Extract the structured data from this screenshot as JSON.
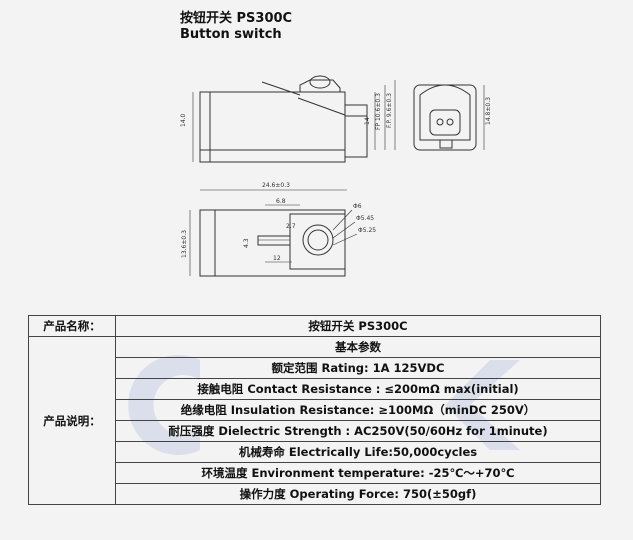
{
  "header": {
    "title_cn": "按钮开关 PS300C",
    "title_en": "Button switch"
  },
  "drawing": {
    "side_view": {
      "dims": [
        "14.0",
        "14",
        "FP 10.6±0.3",
        "F.P. 9.6±0.3"
      ]
    },
    "end_view": {
      "dims": [
        "14.8±0.3"
      ]
    },
    "bottom_view": {
      "dims": [
        "24.6±0.3",
        "6.8",
        "2.7",
        "13.6±0.3",
        "4.3",
        "12",
        "Φ6",
        "Φ5.45",
        "Φ5.25"
      ]
    }
  },
  "table": {
    "header_label": "产品名称：",
    "header_value": "按钮开关 PS300C",
    "desc_label": "产品说明：",
    "rows": [
      "基本参数",
      "额定范围 Rating: 1A 125VDC",
      "接触电阻 Contact Resistance : ≤200mΩ max(initial)",
      "绝缘电阻 Insulation Resistance: ≥100MΩ（minDC 250V）",
      "耐压强度 Dielectric Strength :    AC250V(50/60Hz for 1minute)",
      "机械寿命 Electrically Life:50,000cycles",
      "环境温度 Environment temperature: -25℃～+70℃",
      "操作力度 Operating Force: 750(±50gf)"
    ]
  },
  "colors": {
    "line": "#333333",
    "watermark": "#c9d2e6"
  }
}
